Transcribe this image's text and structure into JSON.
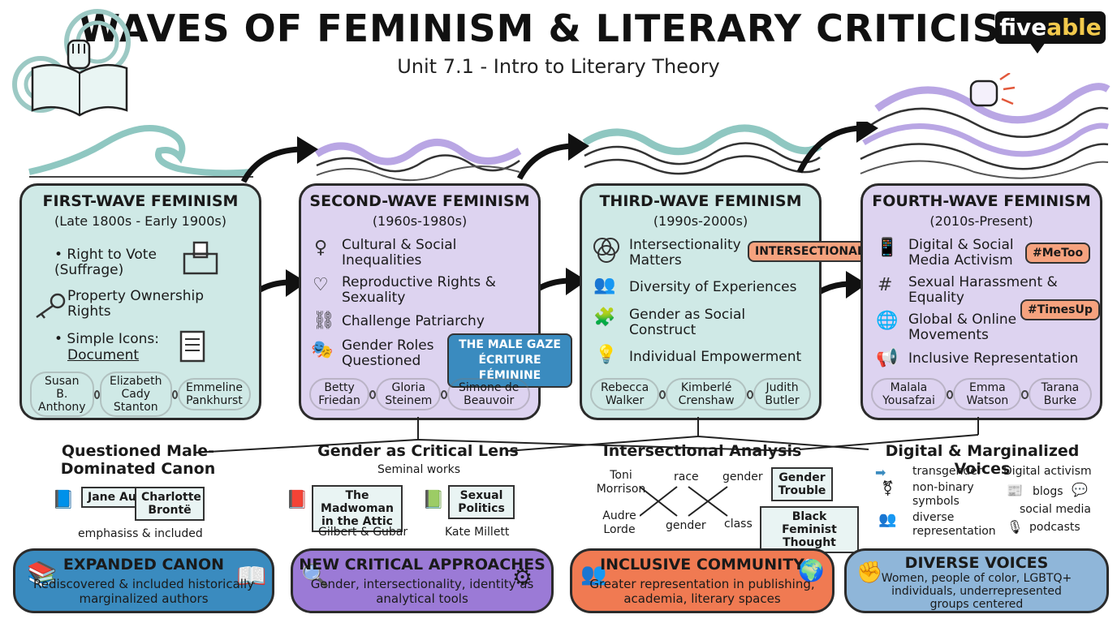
{
  "header": {
    "title": "WAVES OF FEMINISM & LITERARY CRITICISM",
    "subtitle": "Unit 7.1 - Intro to Literary Theory",
    "logo_a": "five",
    "logo_b": "able"
  },
  "waves": [
    {
      "title": "FIRST-WAVE FEMINISM",
      "period": "(Late 1800s - Early 1900s)",
      "items": [
        "• Right to Vote (Suffrage)",
        "Property Ownership Rights",
        "• Simple Icons:",
        "Document"
      ],
      "people": [
        "Susan B. Anthony",
        "Elizabeth Cady Stanton",
        "Emmeline Pankhurst"
      ]
    },
    {
      "title": "SECOND-WAVE FEMINISM",
      "period": "(1960s-1980s)",
      "items": [
        "Cultural & Social Inequalities",
        "Reproductive Rights & Sexuality",
        "Challenge Patriarchy",
        "Gender Roles Questioned"
      ],
      "tags": [
        "THE MALE GAZE",
        "ÉCRITURE FÉMININE"
      ],
      "people": [
        "Betty Friedan",
        "Gloria Steinem",
        "Simone de Beauvoir"
      ]
    },
    {
      "title": "THIRD-WAVE FEMINISM",
      "period": "(1990s-2000s)",
      "items": [
        "Intersectionality Matters",
        "Diversity of Experiences",
        "Gender as Social Construct",
        "Individual Empowerment"
      ],
      "tags": [
        "INTERSECTIONALITY"
      ],
      "people": [
        "Rebecca Walker",
        "Kimberlé Crenshaw",
        "Judith Butler"
      ]
    },
    {
      "title": "FOURTH-WAVE FEMINISM",
      "period": "(2010s-Present)",
      "items": [
        "Digital & Social Media Activism",
        "Sexual Harassment & Equality",
        "Global & Online Movements",
        "Inclusive Representation"
      ],
      "tags": [
        "#MeToo",
        "#TimesUp"
      ],
      "people": [
        "Malala Yousafzai",
        "Emma Watson",
        "Tarana Burke"
      ]
    }
  ],
  "lower": {
    "canon": {
      "heading": "Questioned Male-Dominated Canon",
      "books": [
        "Jane Austen",
        "Charlotte Brontë"
      ],
      "note": "emphasiss & included"
    },
    "lens": {
      "heading": "Gender as Critical Lens",
      "sub": "Seminal works",
      "books": [
        "The Madwoman in the Attic",
        "Sexual Politics"
      ],
      "authors": [
        "Gilbert & Gubar",
        "Kate Millett"
      ]
    },
    "intersectional": {
      "heading": "Intersectional Analysis",
      "names": [
        "Toni Morrison",
        "Audre Lorde"
      ],
      "terms": [
        "race",
        "gender",
        "gender",
        "class"
      ],
      "books": [
        "Gender Trouble",
        "Black Feminist Thought"
      ]
    },
    "digital": {
      "heading": "Digital & Marginalized Voices",
      "left": [
        "transgender",
        "non-binary symbols",
        "diverse representation"
      ],
      "right_title": "Digital activism",
      "right": [
        "blogs",
        "social media",
        "podcasts"
      ]
    }
  },
  "footers": [
    {
      "title": "EXPANDED CANON",
      "text": "Rediscovered & included historically marginalized authors",
      "color": "#3a8bbf"
    },
    {
      "title": "NEW CRITICAL APPROACHES",
      "text": "Gender, intersectionality, identity as analytical tools",
      "color": "#9b7ad6"
    },
    {
      "title": "INCLUSIVE COMMUNITY",
      "text": "Greater representation in publishing, academia, literary spaces",
      "color": "#f07a52"
    },
    {
      "title": "DIVERSE VOICES",
      "text": "Women, people of color, LGBTQ+ individuals, underrepresented groups centered",
      "color": "#8fb6d9"
    }
  ],
  "colors": {
    "teal": "#cfe9e6",
    "purple": "#ddd3f0"
  }
}
